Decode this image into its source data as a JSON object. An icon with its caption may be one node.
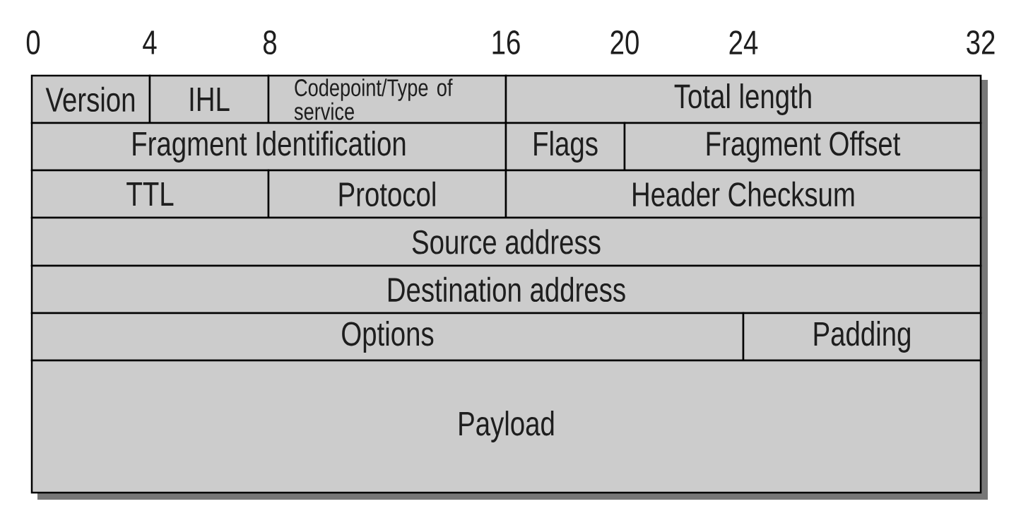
{
  "diagram": {
    "nodes": [
      {
        "text": [
          "Version"
        ]
      },
      {
        "text": [
          "IHL"
        ]
      },
      {
        "text": [
          "Codepoint/Type of service"
        ]
      },
      {
        "text": [
          "Total length"
        ]
      },
      {
        "text": [
          "Fragment Identification"
        ]
      },
      {
        "text": [
          "Flags"
        ]
      },
      {
        "text": [
          "Fragment Offset"
        ]
      },
      {
        "text": [
          "TTL"
        ]
      },
      {
        "text": [
          "Protocol"
        ]
      },
      {
        "text": [
          "Header Checksum"
        ]
      },
      {
        "text": [
          "Source address"
        ]
      },
      {
        "text": [
          "Destination address"
        ]
      },
      {
        "text": [
          "Options"
        ]
      },
      {
        "text": [
          "Padding"
        ]
      },
      {
        "text": [
          "Payload"
        ]
      }
    ],
    "labels": [
      "0",
      "4",
      "8",
      "16",
      "20",
      "24",
      "32"
    ]
  }
}
